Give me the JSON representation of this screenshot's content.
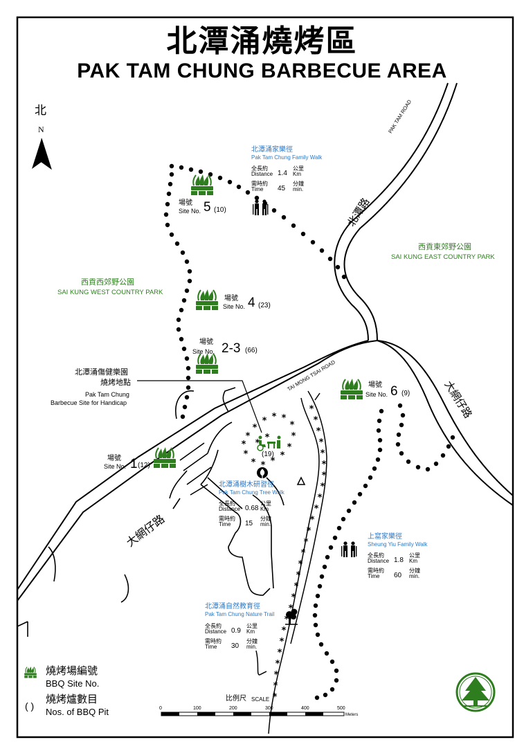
{
  "title": {
    "zh": "北潭涌燒烤區",
    "en": "PAK TAM CHUNG BARBECUE AREA"
  },
  "north": {
    "zh": "北",
    "en": "N"
  },
  "roads": {
    "pak_tam_road_en": "PAK TAM ROAD",
    "pak_tam_road_zh": "北潭路",
    "tai_mong_tsai_en": "TAI MONG TSAI ROAD",
    "tai_mong_tsai_zh": "大網仔路"
  },
  "parks": {
    "east": {
      "zh": "西貢東郊野公園",
      "en": "SAI KUNG EAST COUNTRY PARK"
    },
    "west": {
      "zh": "西貢西郊野公園",
      "en": "SAI KUNG WEST COUNTRY PARK"
    }
  },
  "sites": [
    {
      "id": "1",
      "zh": "場號",
      "en": "Site No.",
      "num": "1",
      "pits": "(12)"
    },
    {
      "id": "2-3",
      "zh": "場號",
      "en": "Site No.",
      "num": "2-3",
      "pits": "(66)"
    },
    {
      "id": "4",
      "zh": "場號",
      "en": "Site No.",
      "num": "4",
      "pits": "(23)"
    },
    {
      "id": "5",
      "zh": "場號",
      "en": "Site No.",
      "num": "5",
      "pits": "(10)"
    },
    {
      "id": "6",
      "zh": "場號",
      "en": "Site No.",
      "num": "6",
      "pits": "(9)"
    }
  ],
  "handicap_site": {
    "zh1": "北潭涌傷健樂園",
    "zh2": "燒烤地點",
    "en1": "Pak Tam Chung",
    "en2": "Barbecue Site for Handicap",
    "pits": "(19)"
  },
  "walks": {
    "family": {
      "zh": "北潭涌家樂徑",
      "en": "Pak Tam Chung Family Walk",
      "dist_zh": "全長約",
      "dist_en": "Distance",
      "dist": "1.4",
      "dist_unit_zh": "公里",
      "dist_unit_en": "Km",
      "time_zh": "需時約",
      "time_en": "Time",
      "time": "45",
      "time_unit_zh": "分鐘",
      "time_unit_en": "min."
    },
    "tree": {
      "zh": "北潭涌樹木研習徑",
      "en": "Pak Tam Chung Tree Walk",
      "dist_zh": "全長約",
      "dist_en": "Distance",
      "dist": "0.68",
      "dist_unit_zh": "公里",
      "dist_unit_en": "Km",
      "time_zh": "需時約",
      "time_en": "Time",
      "time": "15",
      "time_unit_zh": "分鐘",
      "time_unit_en": "min."
    },
    "sheung_yiu": {
      "zh": "上窰家樂徑",
      "en": "Sheung Yiu Family Walk",
      "dist_zh": "全長約",
      "dist_en": "Distance",
      "dist": "1.8",
      "dist_unit_zh": "公里",
      "dist_unit_en": "Km",
      "time_zh": "需時約",
      "time_en": "Time",
      "time": "60",
      "time_unit_zh": "分鐘",
      "time_unit_en": "min."
    },
    "nature": {
      "zh": "北潭涌自然教育徑",
      "en": "Pak Tam Chung Nature Trail",
      "dist_zh": "全長約",
      "dist_en": "Distance",
      "dist": "0.9",
      "dist_unit_zh": "公里",
      "dist_unit_en": "Km",
      "time_zh": "需時約",
      "time_en": "Time",
      "time": "30",
      "time_unit_zh": "分鐘",
      "time_unit_en": "min."
    }
  },
  "legend": {
    "site_zh": "燒烤場編號",
    "site_en": "BBQ Site No.",
    "pit_symbol": "( )",
    "pit_zh": "燒烤爐數目",
    "pit_en": "Nos. of BBQ Pit"
  },
  "scale": {
    "zh": "比例尺",
    "en": "SCALE",
    "ticks": [
      "0",
      "100",
      "200",
      "300",
      "400",
      "500"
    ],
    "unit": "Meters"
  },
  "colors": {
    "green": "#2e7d1f",
    "blue": "#2f78c4",
    "line": "#000000"
  }
}
